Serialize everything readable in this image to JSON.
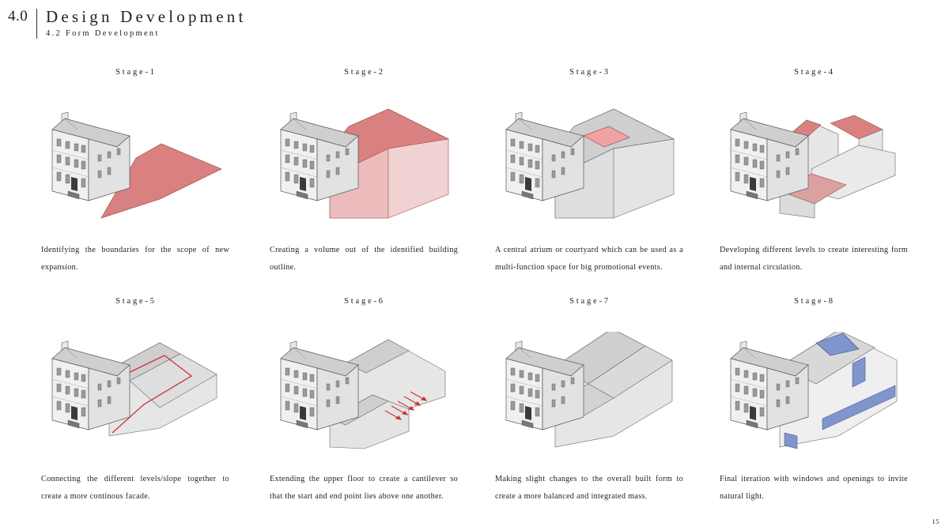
{
  "header": {
    "section_number": "4.0",
    "title": "Design Development",
    "subtitle": "4.2 Form Development"
  },
  "stages": [
    {
      "label": "Stage-1",
      "description": "Identifying the boundaries for the scope of new expansion."
    },
    {
      "label": "Stage-2",
      "description": "Creating a volume out of the identified building outline."
    },
    {
      "label": "Stage-3",
      "description": "A central atrium or courtyard which can be used as a multi-function space for big promotional events."
    },
    {
      "label": "Stage-4",
      "description": "Developing different levels to create interesting form and internal circulation."
    },
    {
      "label": "Stage-5",
      "description": "Connecting the different levels/slope together to create a more continous facade."
    },
    {
      "label": "Stage-6",
      "description": "Extending the upper floor to create a cantilever so that the start and end point lies above one another."
    },
    {
      "label": "Stage-7",
      "description": "Making slight changes to the overall built form to create a more balanced and integrated mass."
    },
    {
      "label": "Stage-8",
      "description": "Final iteration with windows and openings to invite natural light."
    }
  ],
  "page_number": "15",
  "colors": {
    "accent_red": "#d98080",
    "glass_blue": "#7f95cc"
  }
}
